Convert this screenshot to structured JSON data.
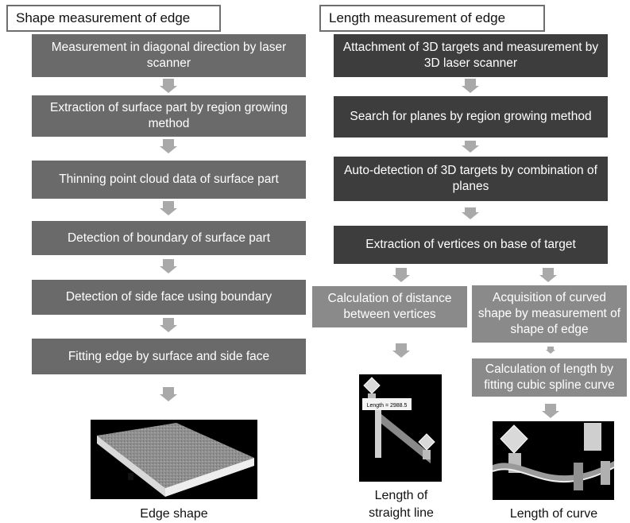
{
  "left": {
    "title": "Shape measurement of edge",
    "steps": [
      "Measurement in diagonal direction by laser scanner",
      "Extraction of surface part by region growing method",
      "Thinning point cloud data of surface part",
      "Detection of boundary of surface part",
      "Detection of side face using boundary",
      "Fitting edge by surface and side face"
    ],
    "caption": "Edge shape"
  },
  "right": {
    "title": "Length measurement of edge",
    "steps": [
      "Attachment of 3D targets and measurement by 3D laser scanner",
      "Search for planes by region growing method",
      "Auto-detection of  3D targets by combination of planes",
      "Extraction of vertices on base of  target"
    ],
    "branch_straight": {
      "step": "Calculation of distance between vertices",
      "inset_label": "Length = 2988.5",
      "caption_line1": "Length of",
      "caption_line2": "straight line"
    },
    "branch_curve": {
      "steps": [
        "Acquisition of curved shape by measurement of shape of edge",
        "Calculation of length by fitting cubic spline curve"
      ],
      "caption": "Length of curve"
    }
  },
  "colors": {
    "left_box": "#6a6a6a",
    "right_box": "#3d3d3d",
    "branch_box": "#8a8a8a",
    "arrow": "#a9a9a9"
  }
}
